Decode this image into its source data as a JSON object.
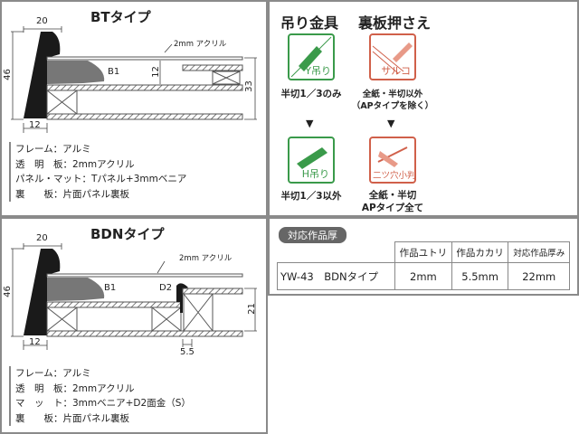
{
  "bt": {
    "title": "BTタイプ",
    "acrylic": "2mm アクリル",
    "profile": "B1",
    "dim_width": "20",
    "dim_height": "46",
    "dim_bottom": "12",
    "dim_gap": "12",
    "dim_depth": "33",
    "specs": [
      "フレーム：アルミ",
      "透　明　板：2mmアクリル",
      "パネル・マット：Tパネル+3mmベニア",
      "裏　　板：片面パネル裏板"
    ]
  },
  "bdn": {
    "title": "BDNタイプ",
    "acrylic": "2mm アクリル",
    "profile": "B1",
    "profile2": "D2",
    "dim_width": "20",
    "dim_height": "46",
    "dim_bottom": "12",
    "dim_depth": "21",
    "dim_step": "5.5",
    "specs": [
      "フレーム：アルミ",
      "透　明　板：2mmアクリル",
      "マ　ッ　ト：3mmベニア+D2面金（S）",
      "裏　　板：片面パネル裏板"
    ]
  },
  "hardware": {
    "hanger_title": "吊り金具",
    "backboard_title": "裏板押さえ",
    "y_hanger": {
      "icon_label": "Y吊り",
      "note": "半切1／3のみ"
    },
    "h_hanger": {
      "icon_label": "H吊り",
      "note": "半切1／3以外"
    },
    "saruko": {
      "icon_label": "サルコ",
      "note1": "全紙・半切以外",
      "note2": "（APタイプを除く）"
    },
    "futatsu": {
      "icon_label": "二ツ穴小判",
      "note1": "全紙・半切",
      "note2": "APタイプ全て"
    },
    "arrow": "▼",
    "green": "#3a9a4a",
    "red": "#d0604a"
  },
  "thickness": {
    "badge": "対応作品厚",
    "headers": [
      "作品ユトリ",
      "作品カカリ",
      "対応作品厚み"
    ],
    "row": {
      "model": "YW-43　BDNタイプ",
      "values": [
        "2mm",
        "5.5mm",
        "22mm"
      ]
    }
  }
}
